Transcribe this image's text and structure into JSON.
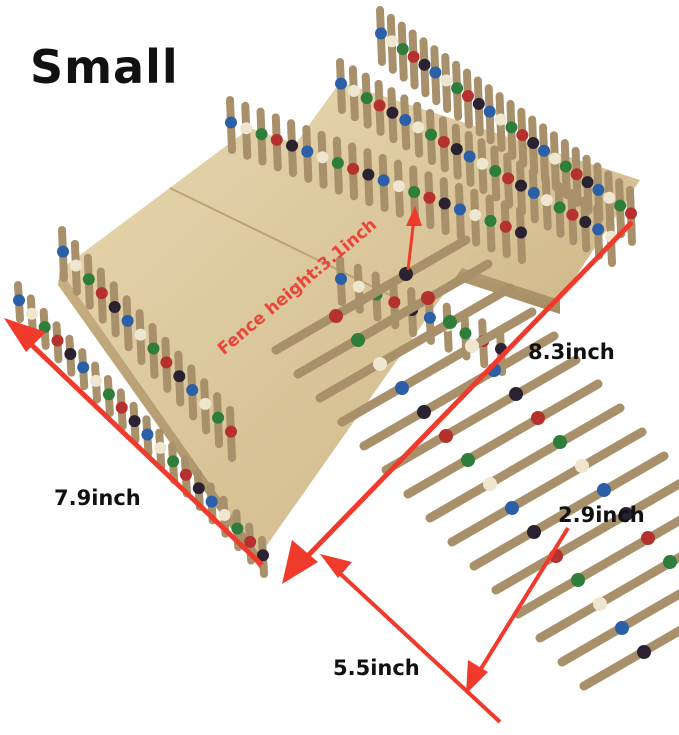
{
  "title": "Small",
  "dimensions": {
    "length": "8.3inch",
    "width": "7.9inch",
    "ladder_width": "2.9inch",
    "ladder_length": "5.5inch",
    "fence_height": "Fence height:3.1inch"
  },
  "colors": {
    "wood_light": "#e2cfa4",
    "wood_mid": "#cdb585",
    "wood_dark": "#a8906a",
    "arrow": "#f03a2c",
    "bead_red": "#b5312d",
    "bead_blue": "#2b5fa8",
    "bead_green": "#2f7d3a",
    "bead_black": "#2a2230",
    "bead_cream": "#efe6cf"
  }
}
